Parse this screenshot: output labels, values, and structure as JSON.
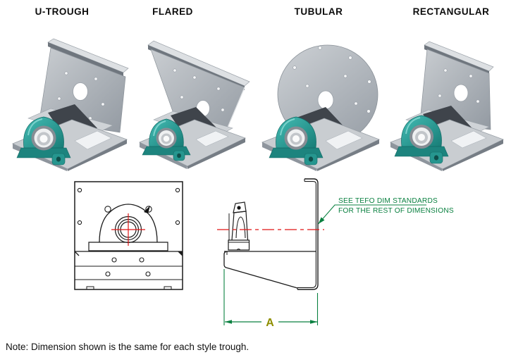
{
  "trough_styles": [
    {
      "label": "U-TROUGH"
    },
    {
      "label": "FLARED"
    },
    {
      "label": "TUBULAR"
    },
    {
      "label": "RECTANGULAR"
    }
  ],
  "figures": {
    "bearing_teal": "#2ba39d",
    "metal_gray": "#b9bec3"
  },
  "drawing": {
    "annotation": {
      "line1": "SEE TEFO DIM STANDARDS",
      "line2": "FOR THE REST OF DIMENSIONS"
    },
    "dimension_label": "A",
    "colors": {
      "line_black": "#1b1b1b",
      "centerline_red": "#e01515",
      "annotation_green": "#0a8040",
      "dimension_label_olive": "#8e8e00"
    }
  },
  "note": {
    "text": "Note: Dimension shown is the same for each style trough."
  }
}
